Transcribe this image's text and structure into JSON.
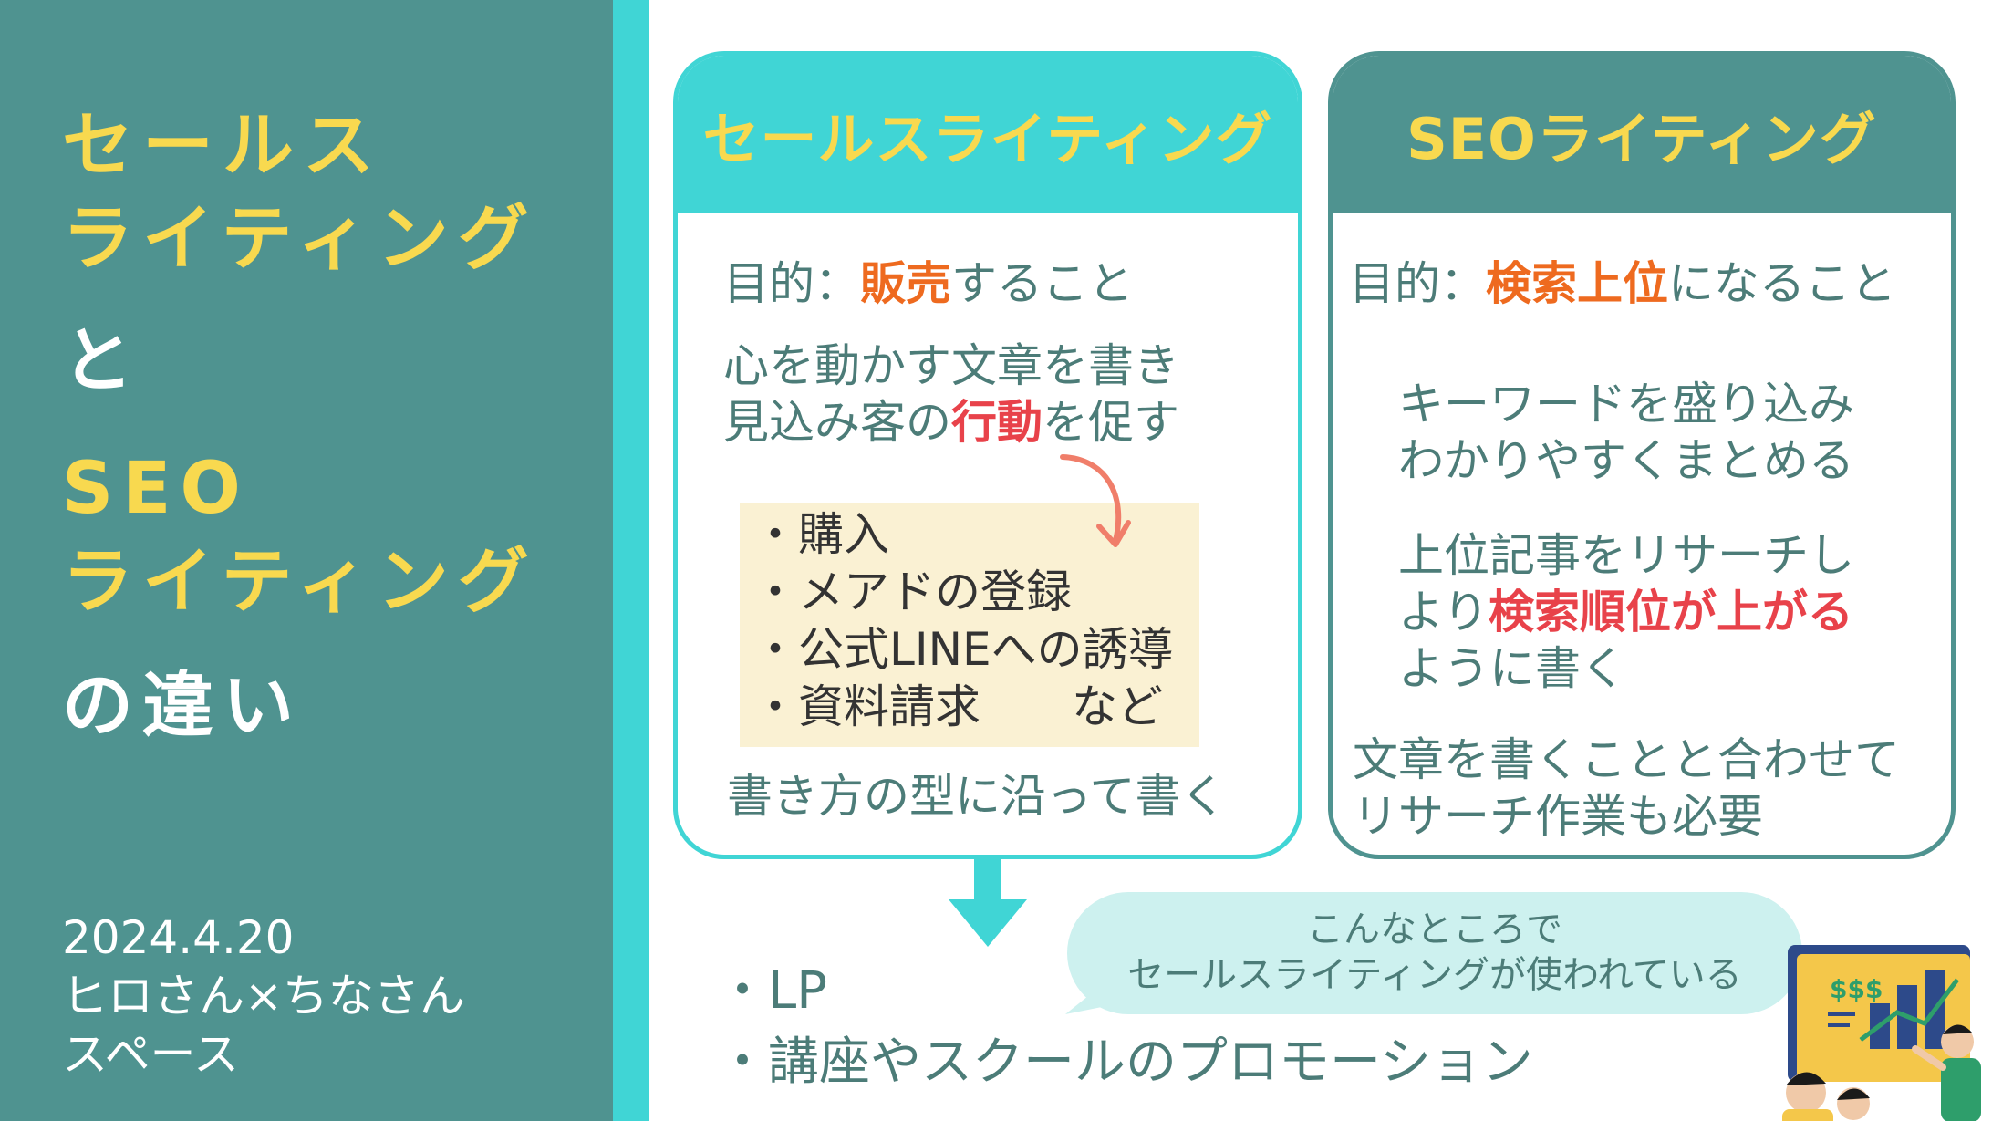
{
  "left": {
    "line1": "セールス",
    "line2": "ライティング",
    "line3": "と",
    "line4": "SEO",
    "line5": "ライティング",
    "line6": "の違い",
    "date": "2024.4.20",
    "hosts": "ヒロさん×ちなさん",
    "space": "スペース"
  },
  "sales": {
    "title": "セールスライティング",
    "purpose_prefix": "目的：",
    "purpose_em": "販売",
    "purpose_suffix": "すること",
    "desc1": "心を動かす文章を書き",
    "desc2_prefix": "見込み客の",
    "desc2_em": "行動",
    "desc2_suffix": "を促す",
    "actions": [
      "・購入",
      "・メアドの登録",
      "・公式LINEへの誘導",
      "・資料請求　　など"
    ],
    "footer": "書き方の型に沿って書く"
  },
  "seo": {
    "title": "SEOライティング",
    "purpose_prefix": "目的：",
    "purpose_em": "検索上位",
    "purpose_suffix": "になること",
    "p1_line1": "キーワードを盛り込み",
    "p1_line2": "わかりやすくまとめる",
    "p2_line1": "上位記事をリサーチし",
    "p2_line2_prefix": "より",
    "p2_line2_em": "検索順位が上がる",
    "p2_line3": "ように書く",
    "footer1": "文章を書くことと合わせて",
    "footer2": "リサーチ作業も必要"
  },
  "bubble": {
    "line1": "こんなところで",
    "line2": "セールスライティングが使われている"
  },
  "uses": [
    "・LP",
    "・講座やスクールのプロモーション"
  ],
  "illustration": {
    "sign_text": "$$$"
  }
}
